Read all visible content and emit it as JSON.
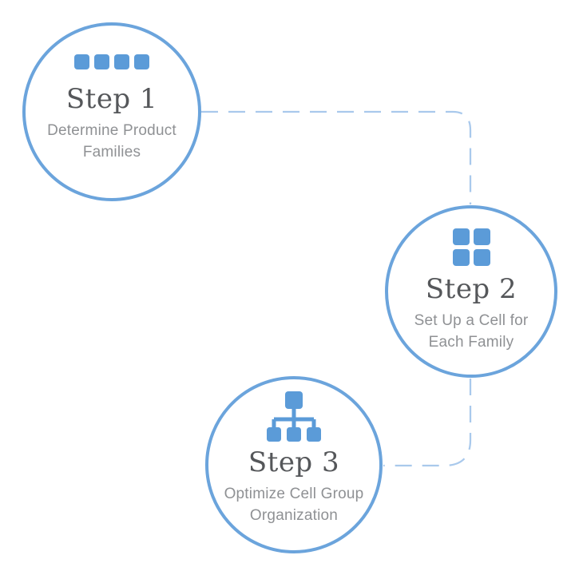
{
  "diagram": {
    "type": "process-flow",
    "steps": [
      {
        "title": "Step 1",
        "subtitle_line1": "Determine Product",
        "subtitle_line2": "Families",
        "icon": "four-squares-row-icon"
      },
      {
        "title": "Step 2",
        "subtitle_line1": "Set Up a Cell for",
        "subtitle_line2": "Each Family",
        "icon": "four-squares-grid-icon"
      },
      {
        "title": "Step 3",
        "subtitle_line1": "Optimize Cell Group",
        "subtitle_line2": "Organization",
        "icon": "org-hierarchy-icon"
      }
    ]
  },
  "colors": {
    "circle_border": "#6BA4DC",
    "icon_blue": "#5B9BD8",
    "connector": "#A9C9EC",
    "title_text": "#55575A",
    "subtitle_text": "#8F9194",
    "background": "#FFFFFF"
  }
}
